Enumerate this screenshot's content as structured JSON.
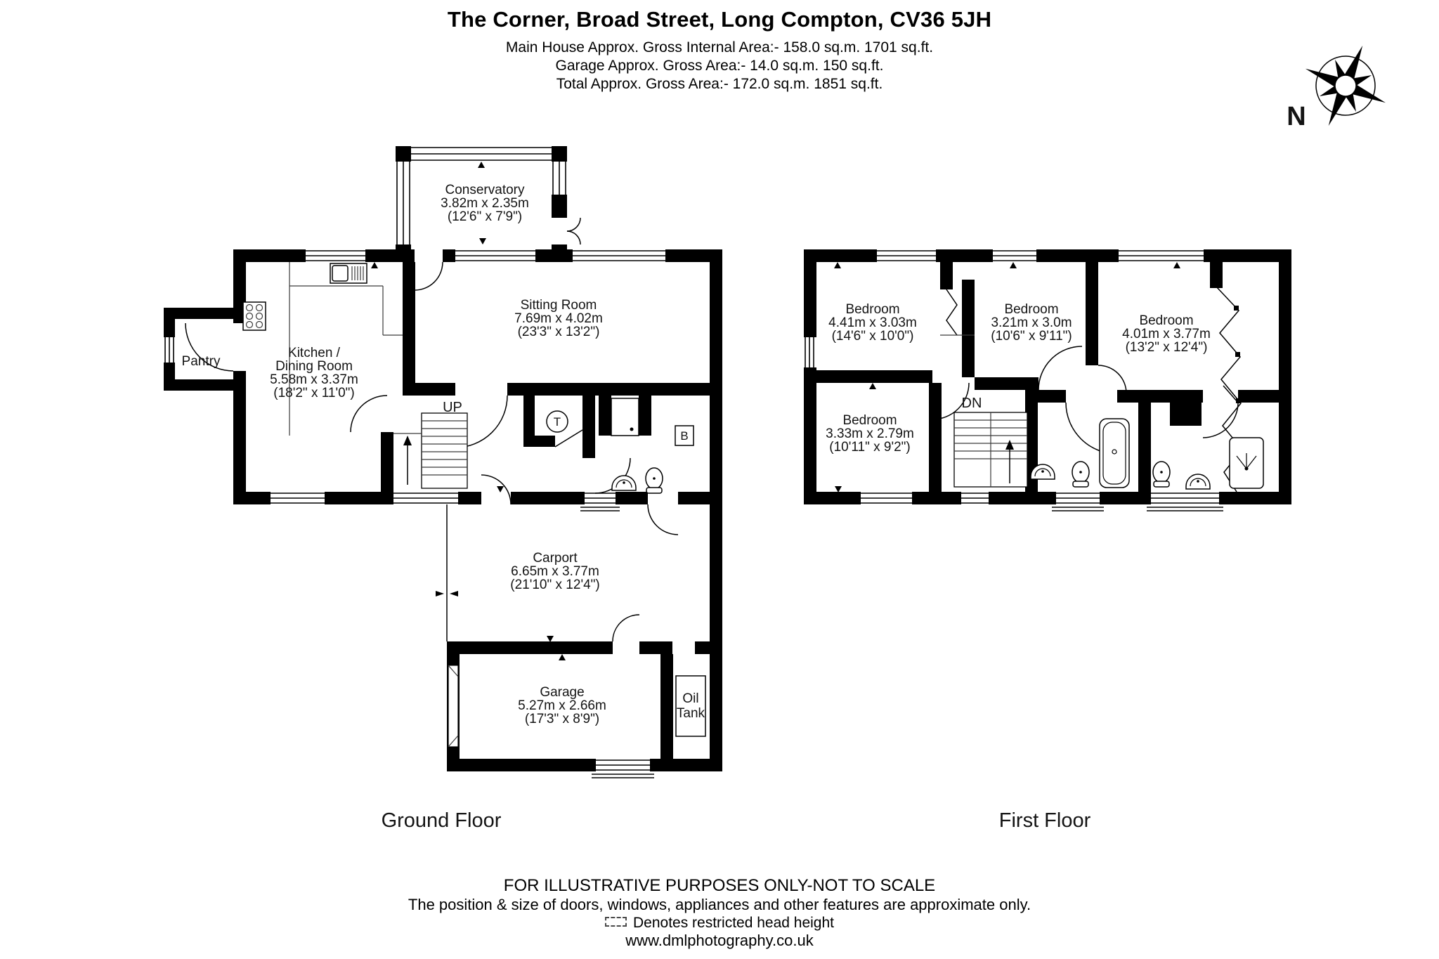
{
  "header": {
    "title": "The Corner, Broad Street, Long Compton, CV36 5JH",
    "line1": "Main House Approx. Gross Internal Area:- 158.0 sq.m. 1701 sq.ft.",
    "line2": "Garage Approx. Gross Area:- 14.0 sq.m. 150 sq.ft.",
    "line3": "Total Approx. Gross Area:- 172.0 sq.m. 1851 sq.ft."
  },
  "compass": {
    "north": "N"
  },
  "ground_floor": {
    "label": "Ground Floor",
    "stairs": "UP",
    "tank": "T",
    "boiler": "B",
    "rooms": {
      "conservatory": {
        "name": "Conservatory",
        "metric": "3.82m x 2.35m",
        "imperial": "(12'6\" x 7'9\")"
      },
      "sitting_room": {
        "name": "Sitting Room",
        "metric": "7.69m x 4.02m",
        "imperial": "(23'3\" x 13'2\")"
      },
      "kitchen": {
        "name1": "Kitchen /",
        "name2": "Dining Room",
        "metric": "5.58m x 3.37m",
        "imperial": "(18'2\" x 11'0\")"
      },
      "pantry": {
        "name": "Pantry"
      },
      "carport": {
        "name": "Carport",
        "metric": "6.65m x 3.77m",
        "imperial": "(21'10\" x 12'4\")"
      },
      "garage": {
        "name": "Garage",
        "metric": "5.27m x 2.66m",
        "imperial": "(17'3\" x 8'9\")"
      },
      "oil_tank": {
        "line1": "Oil",
        "line2": "Tank"
      }
    }
  },
  "first_floor": {
    "label": "First Floor",
    "stairs": "DN",
    "rooms": {
      "bedroom1": {
        "name": "Bedroom",
        "metric": "4.41m x 3.03m",
        "imperial": "(14'6\" x 10'0\")"
      },
      "bedroom2": {
        "name": "Bedroom",
        "metric": "3.21m x 3.0m",
        "imperial": "(10'6\" x 9'11\")"
      },
      "bedroom3": {
        "name": "Bedroom",
        "metric": "4.01m x 3.77m",
        "imperial": "(13'2\" x 12'4\")"
      },
      "bedroom4": {
        "name": "Bedroom",
        "metric": "3.33m x 2.79m",
        "imperial": "(10'11\" x 9'2\")"
      }
    }
  },
  "footer": {
    "line1": "FOR ILLUSTRATIVE PURPOSES ONLY-NOT TO SCALE",
    "line2": "The position & size of doors, windows, appliances and other features are approximate only.",
    "line3": "Denotes restricted head height",
    "line4": "www.dmlphotography.co.uk"
  }
}
